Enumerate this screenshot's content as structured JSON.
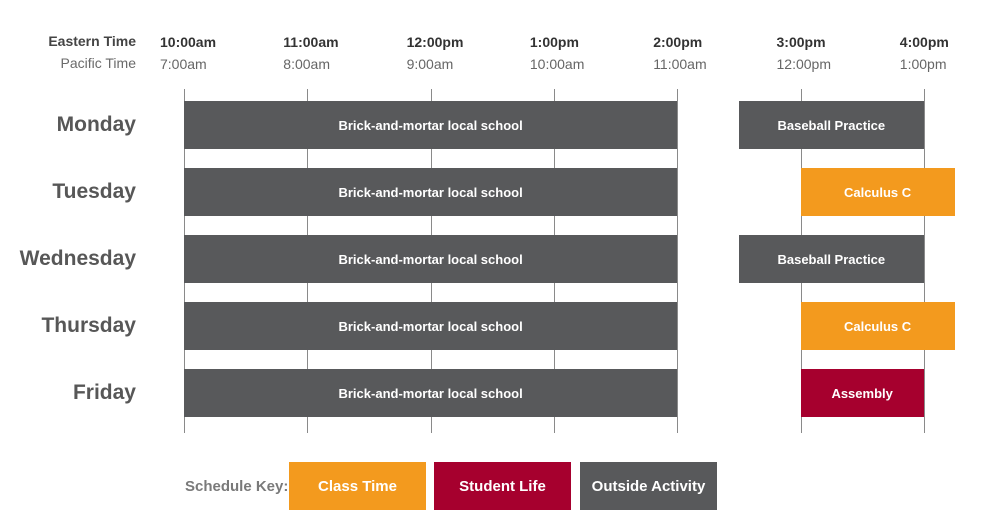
{
  "timezones": {
    "eastern_label": "Eastern Time",
    "pacific_label": "Pacific Time"
  },
  "ticks": [
    {
      "eastern": "10:00am",
      "pacific": "7:00am"
    },
    {
      "eastern": "11:00am",
      "pacific": "8:00am"
    },
    {
      "eastern": "12:00pm",
      "pacific": "9:00am"
    },
    {
      "eastern": "1:00pm",
      "pacific": "10:00am"
    },
    {
      "eastern": "2:00pm",
      "pacific": "11:00am"
    },
    {
      "eastern": "3:00pm",
      "pacific": "12:00pm"
    },
    {
      "eastern": "4:00pm",
      "pacific": "1:00pm"
    }
  ],
  "days": [
    "Monday",
    "Tuesday",
    "Wednesday",
    "Thursday",
    "Friday"
  ],
  "colors": {
    "class_time": "#F39A1E",
    "student_life": "#A6002E",
    "outside_activity": "#58595B"
  },
  "events": [
    {
      "day": "Monday",
      "label": "Brick-and-mortar local school",
      "start": "10:00am",
      "end": "2:00pm",
      "category": "outside_activity"
    },
    {
      "day": "Monday",
      "label": "Baseball Practice",
      "start": "2:30pm",
      "end": "4:00pm",
      "category": "outside_activity"
    },
    {
      "day": "Tuesday",
      "label": "Brick-and-mortar local school",
      "start": "10:00am",
      "end": "2:00pm",
      "category": "outside_activity"
    },
    {
      "day": "Tuesday",
      "label": "Calculus C",
      "start": "3:00pm",
      "end": "4:15pm",
      "category": "class_time"
    },
    {
      "day": "Wednesday",
      "label": "Brick-and-mortar local school",
      "start": "10:00am",
      "end": "2:00pm",
      "category": "outside_activity"
    },
    {
      "day": "Wednesday",
      "label": "Baseball Practice",
      "start": "2:30pm",
      "end": "4:00pm",
      "category": "outside_activity"
    },
    {
      "day": "Thursday",
      "label": "Brick-and-mortar local school",
      "start": "10:00am",
      "end": "2:00pm",
      "category": "outside_activity"
    },
    {
      "day": "Thursday",
      "label": "Calculus C",
      "start": "3:00pm",
      "end": "4:15pm",
      "category": "class_time"
    },
    {
      "day": "Friday",
      "label": "Brick-and-mortar local school",
      "start": "10:00am",
      "end": "2:00pm",
      "category": "outside_activity"
    },
    {
      "day": "Friday",
      "label": "Assembly",
      "start": "3:00pm",
      "end": "4:00pm",
      "category": "student_life"
    }
  ],
  "key": {
    "label": "Schedule Key:",
    "items": [
      {
        "label": "Class Time",
        "category": "class_time"
      },
      {
        "label": "Student Life",
        "category": "student_life"
      },
      {
        "label": "Outside Activity",
        "category": "outside_activity"
      }
    ]
  }
}
